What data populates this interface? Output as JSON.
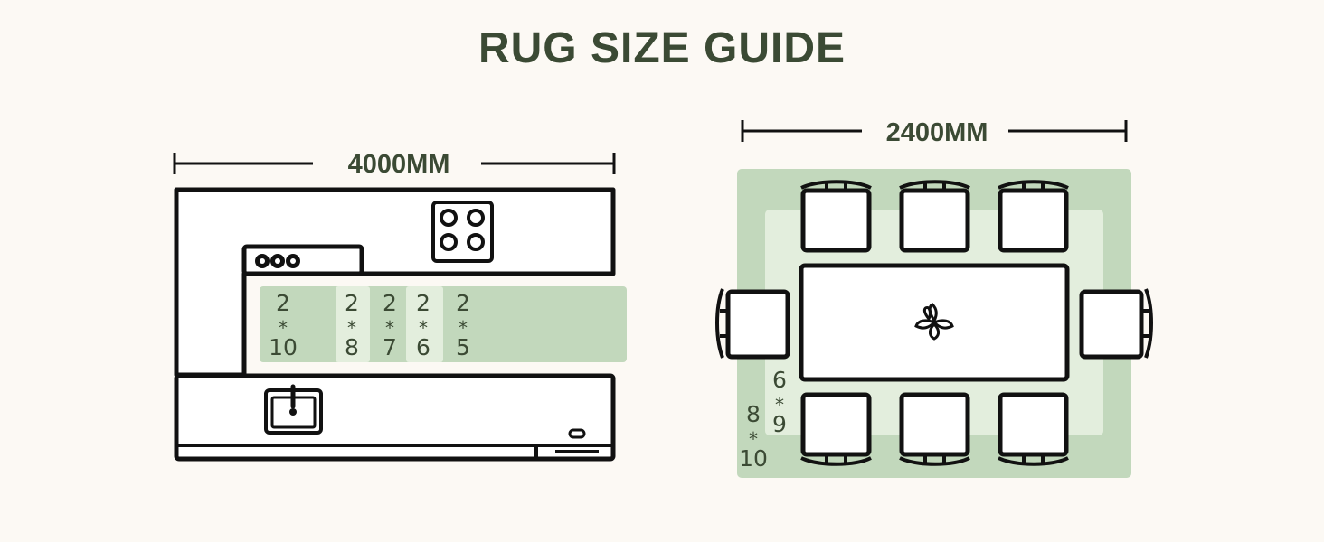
{
  "title": "RUG SIZE GUIDE",
  "kitchen": {
    "width_label": "4000MM",
    "rugs": [
      {
        "top": "2",
        "sep": "*",
        "bottom": "10"
      },
      {
        "top": "2",
        "sep": "*",
        "bottom": "8"
      },
      {
        "top": "2",
        "sep": "*",
        "bottom": "7"
      },
      {
        "top": "2",
        "sep": "*",
        "bottom": "6"
      },
      {
        "top": "2",
        "sep": "*",
        "bottom": "5"
      }
    ]
  },
  "dining": {
    "width_label": "2400MM",
    "rugs": [
      {
        "top": "6",
        "sep": "*",
        "bottom": "9"
      },
      {
        "top": "8",
        "sep": "*",
        "bottom": "10"
      }
    ]
  },
  "colors": {
    "background": "#fcf9f4",
    "title": "#3b4a34",
    "rug_dark": "#c2d8bc",
    "rug_light": "#e3eedd",
    "line": "#111111"
  }
}
